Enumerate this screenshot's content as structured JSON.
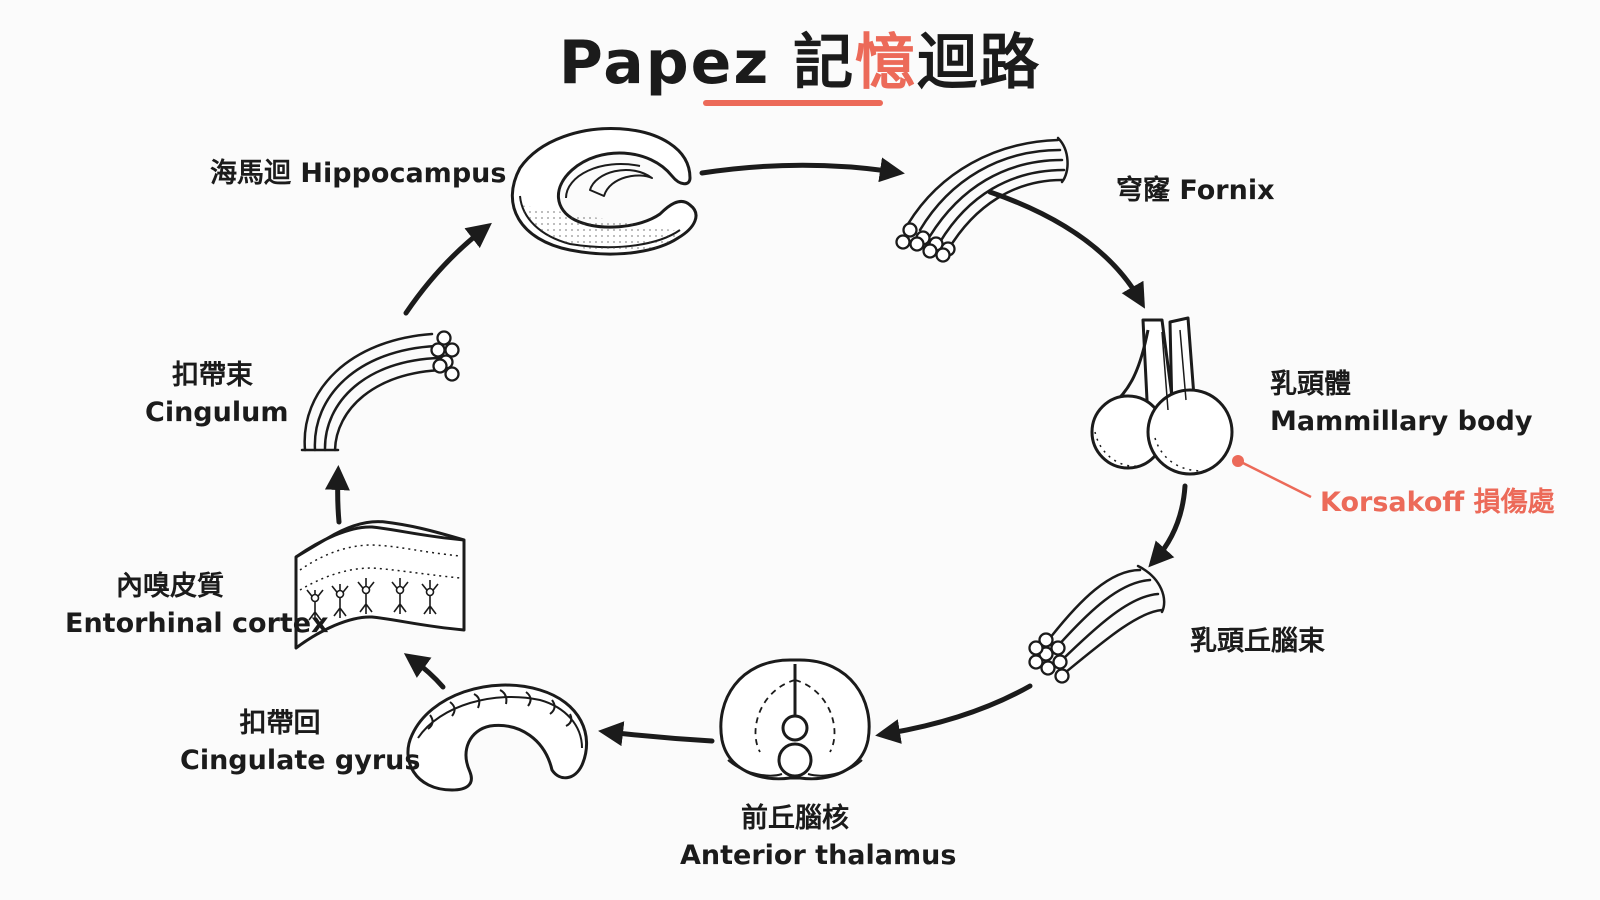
{
  "title": {
    "text_main": "Papez 記",
    "text_highlight": "憶",
    "text_tail": "迴路"
  },
  "accent_color": "#ec6a59",
  "nodes": {
    "hippocampus": {
      "label": "海馬迴 Hippocampus",
      "icon": "hippocampus-icon"
    },
    "fornix": {
      "label": "穹窿  Fornix",
      "icon": "fornix-bundle-icon"
    },
    "mammillary": {
      "label_zh": "乳頭體",
      "label_en": "Mammillary body",
      "icon": "mammillary-body-icon"
    },
    "korsakoff": {
      "label": "Korsakoff 損傷處"
    },
    "mammillothalamic": {
      "label": "乳頭丘腦束",
      "icon": "fiber-bundle-icon"
    },
    "anterior_thalamus": {
      "label_zh": "前丘腦核",
      "label_en": "Anterior thalamus",
      "icon": "thalamus-icon"
    },
    "cingulate_gyrus": {
      "label_zh": "扣帶回",
      "label_en": "Cingulate gyrus",
      "icon": "cingulate-gyrus-icon"
    },
    "entorhinal": {
      "label_zh": "內嗅皮質",
      "label_en": "Entorhinal cortex",
      "icon": "cortex-block-icon"
    },
    "cingulum": {
      "label_zh": "扣帶束",
      "label_en": "Cingulum",
      "icon": "cingulum-bundle-icon"
    }
  }
}
